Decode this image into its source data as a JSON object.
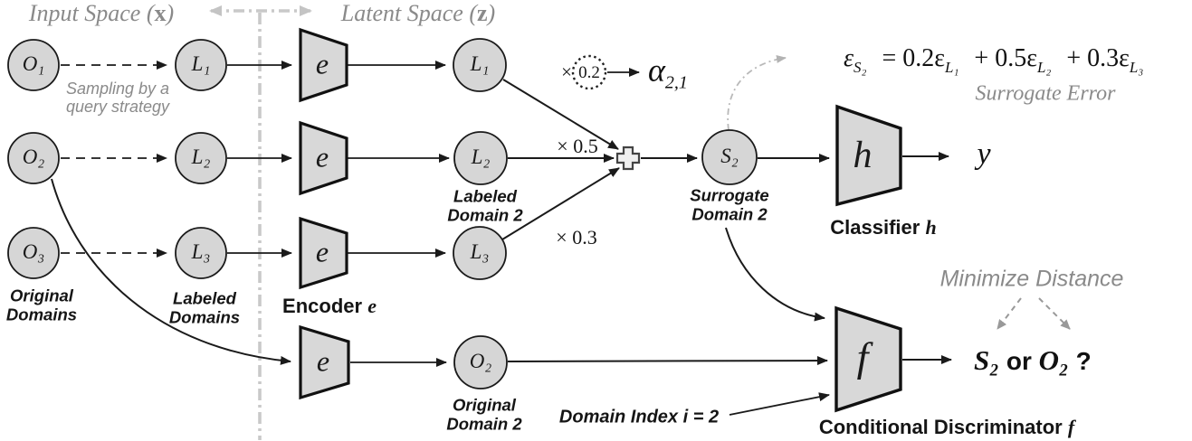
{
  "spaces": {
    "input_prefix": "Input Space (",
    "input_var": "x",
    "input_suffix": ")",
    "latent_prefix": "Latent Space (",
    "latent_var": "z",
    "latent_suffix": ")"
  },
  "nodes": {
    "original_1": "O₁",
    "original_2": "O₂",
    "original_3": "O₃",
    "labeled_1": "L₁",
    "labeled_2": "L₂",
    "labeled_3": "L₃",
    "latent_labeled_1": "L₁",
    "latent_labeled_2": "L₂",
    "latent_labeled_3": "L₃",
    "latent_original_2": "O₂",
    "surrogate_2": "S₂",
    "encoder_letter": "e",
    "classifier_letter": "h",
    "discriminator_letter": "f"
  },
  "labels": {
    "sampling": "Sampling by a query strategy",
    "original_domains": "Original Domains",
    "labeled_domains": "Labeled Domains",
    "encoder_caption": "Encoder ",
    "classifier_caption": "Classifier ",
    "discriminator_caption": "Conditional Discriminator ",
    "labeled_domain_2": "Labeled Domain 2",
    "surrogate_domain_2": "Surrogate Domain 2",
    "original_domain_2": "Original Domain 2",
    "domain_index": "Domain Index i = 2",
    "minimize_distance": "Minimize Distance",
    "surrogate_error": "Surrogate Error"
  },
  "weights": {
    "times": "×",
    "w1_value": "0.2",
    "w2": "× 0.5",
    "w3": "× 0.3"
  },
  "alpha": {
    "symbol": "α",
    "subscript": "2,1"
  },
  "formula": {
    "lhs": "ε",
    "lhs_sub": "S₂",
    "term1": "= 0.2ε",
    "term1_sub": "L₁",
    "term2": "+ 0.5ε",
    "term2_sub": "L₂",
    "term3": "+ 0.3ε",
    "term3_sub": "L₃"
  },
  "outputs": {
    "prediction": "y",
    "verdict_s": "S₂",
    "verdict_or": " or ",
    "verdict_o": "O₂",
    "verdict_q": " ?"
  },
  "colors": {
    "node_fill": "#d6d6d6",
    "shape_stroke": "#1a1a1a",
    "gray_text": "#8a8a8a",
    "guide_gray": "#c9c9c9"
  }
}
